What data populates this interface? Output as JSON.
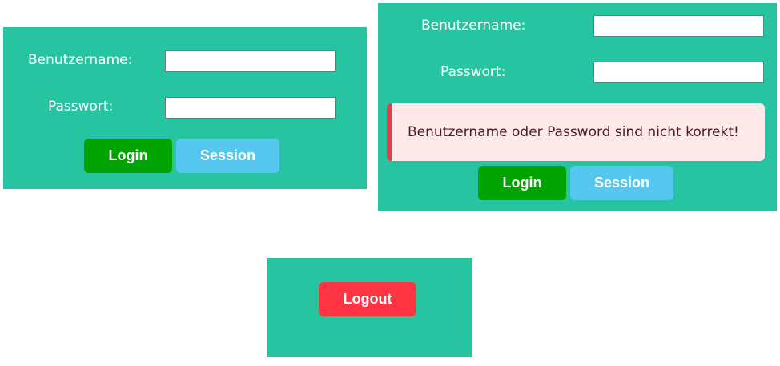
{
  "login_form": {
    "username_label": "Benutzername:",
    "username_value": "",
    "password_label": "Passwort:",
    "password_value": "",
    "login_label": "Login",
    "session_label": "Session"
  },
  "login_form_error": {
    "username_label": "Benutzername:",
    "username_value": "",
    "password_label": "Passwort:",
    "password_value": "",
    "error_message": "Benutzername oder Password sind nicht korrekt!",
    "login_label": "Login",
    "session_label": "Session"
  },
  "logout_panel": {
    "logout_label": "Logout"
  },
  "colors": {
    "panel_background": "#26c4a0",
    "login_button": "#00a300",
    "session_button": "#56c7ee",
    "logout_button": "#fe3443",
    "error_background": "#fde8ea",
    "error_border": "#d9434f"
  }
}
